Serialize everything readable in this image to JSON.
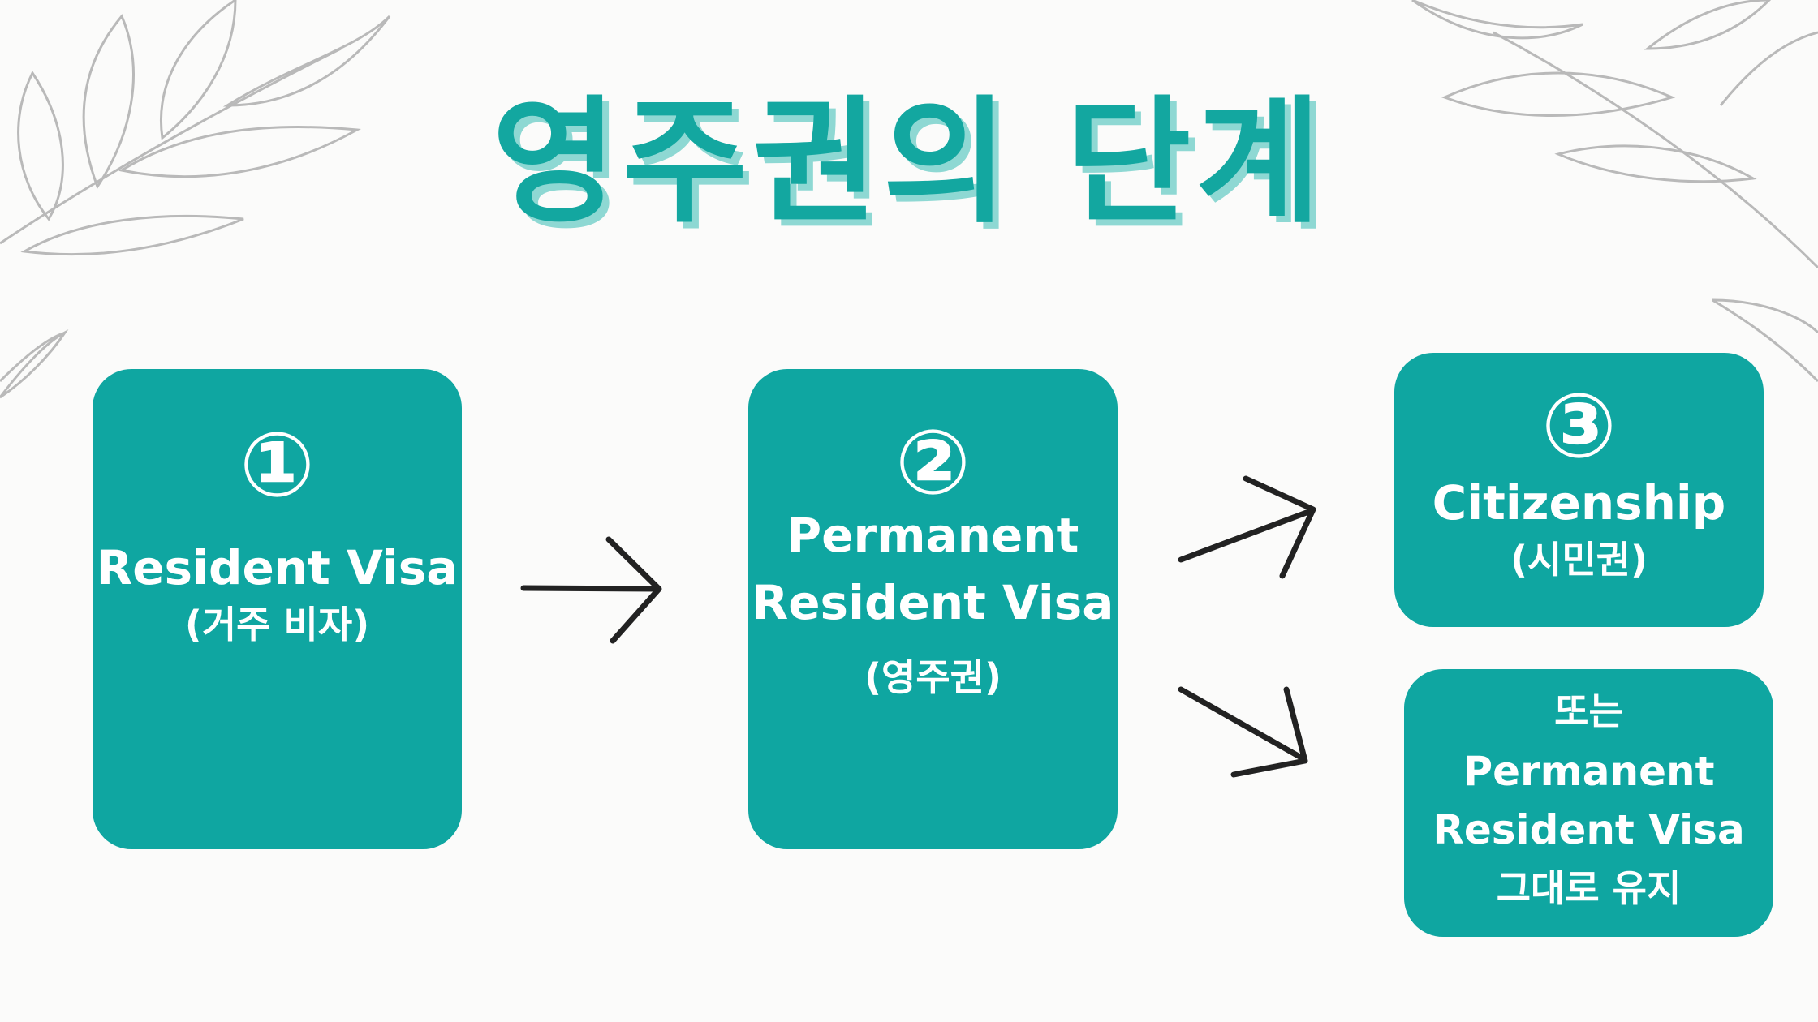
{
  "title": "영주권의 단계",
  "steps": [
    {
      "number": "①",
      "lines": [
        "Resident Visa",
        "(거주 비자)"
      ]
    },
    {
      "number": "②",
      "lines": [
        "Permanent",
        "Resident Visa",
        "(영주권)"
      ]
    },
    {
      "number": "③",
      "lines": [
        "Citizenship",
        "(시민권)"
      ]
    },
    {
      "lines": [
        "또는",
        "Permanent",
        "Resident Visa",
        "그대로 유지"
      ]
    }
  ],
  "colors": {
    "card": "#0fa6a1",
    "title": "#13a7a0",
    "title_shadow": "#8ed8d3",
    "arrow": "#222222"
  },
  "icons": [
    "arrow-right-icon",
    "arrow-up-right-icon",
    "arrow-down-right-icon",
    "leaf-branch-decoration"
  ]
}
